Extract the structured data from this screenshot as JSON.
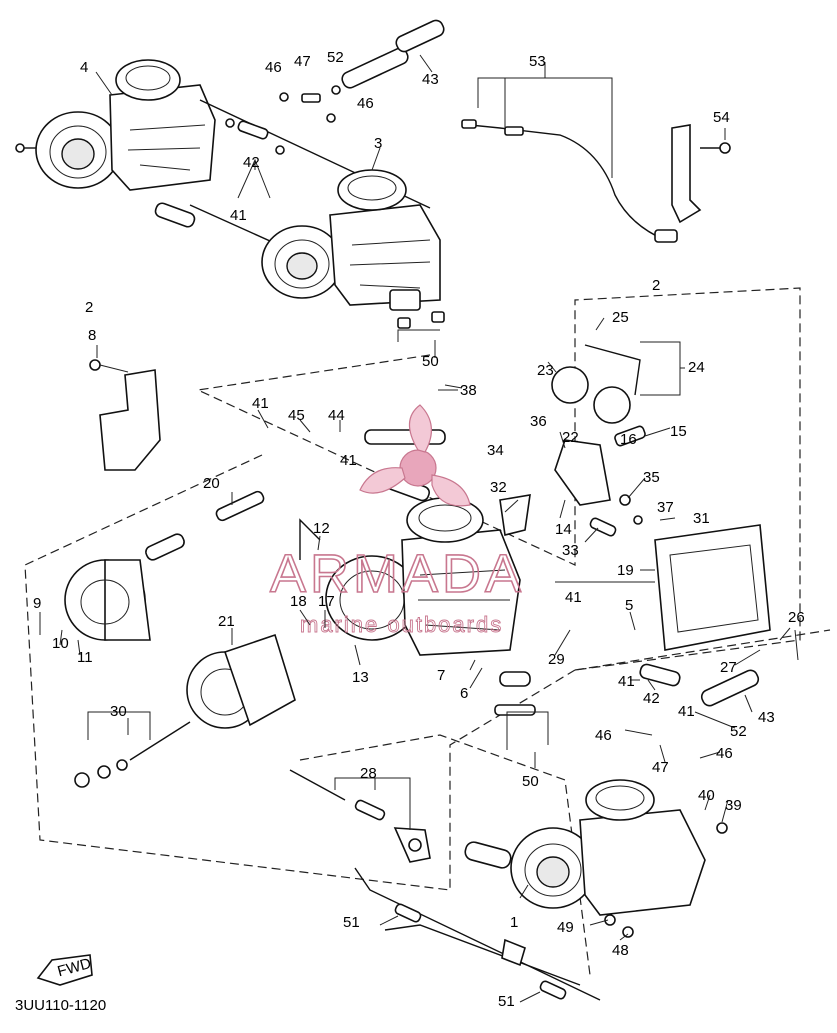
{
  "diagram": {
    "drawing_code": "3UU110-1120",
    "direction_marker": "FWD",
    "callouts": [
      "1",
      "2",
      "2",
      "3",
      "4",
      "5",
      "6",
      "7",
      "8",
      "9",
      "10",
      "11",
      "12",
      "13",
      "14",
      "15",
      "16",
      "17",
      "18",
      "19",
      "20",
      "21",
      "22",
      "23",
      "24",
      "25",
      "26",
      "27",
      "28",
      "29",
      "30",
      "31",
      "32",
      "33",
      "34",
      "35",
      "36",
      "37",
      "38",
      "39",
      "40",
      "41",
      "41",
      "41",
      "41",
      "41",
      "41",
      "42",
      "42",
      "43",
      "43",
      "44",
      "45",
      "46",
      "46",
      "46",
      "46",
      "47",
      "47",
      "48",
      "49",
      "50",
      "50",
      "51",
      "51",
      "52",
      "52",
      "53",
      "54"
    ]
  },
  "watermark": {
    "brand": "ARMADA",
    "tagline": "marine outboards",
    "color": "#c8778f"
  }
}
